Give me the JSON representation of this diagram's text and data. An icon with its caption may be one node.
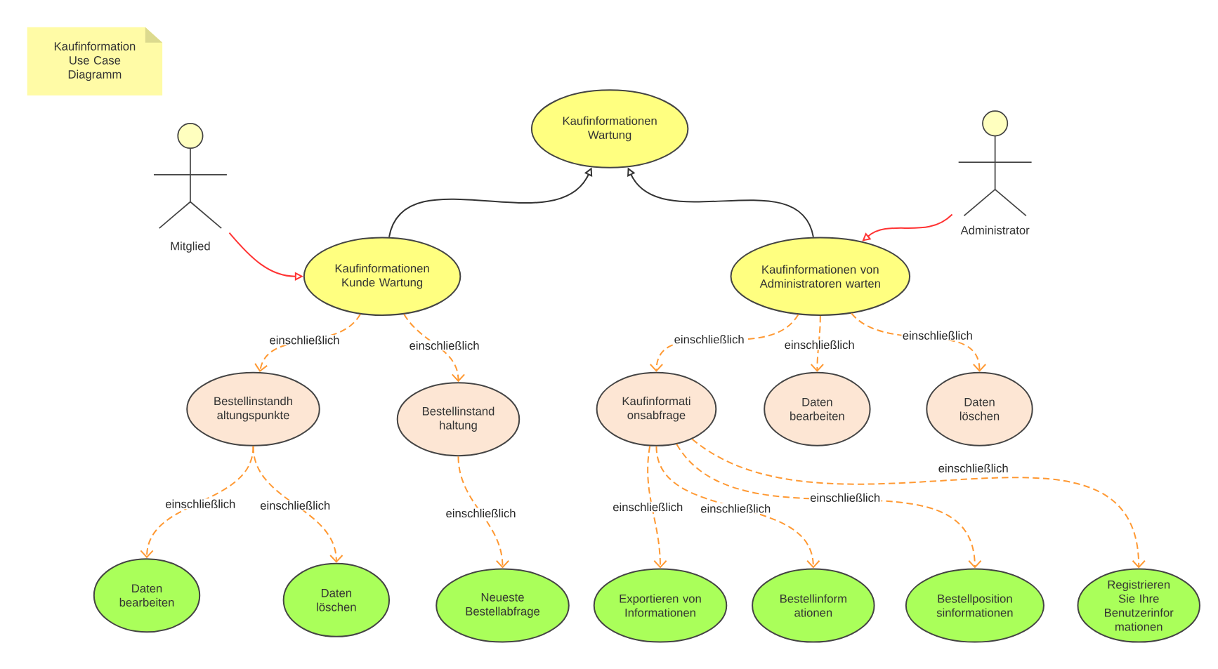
{
  "diagram": {
    "nodes": [
      {
        "text": [
          "Kaufinformation Use Case Diagramm"
        ]
      },
      {
        "text": [
          "Kaufinformationen Wartung"
        ]
      },
      {
        "text": [
          "Mitglied"
        ]
      },
      {
        "text": [
          "Administrator"
        ]
      },
      {
        "text": [
          "Kaufinformationen Kunde Wartung"
        ]
      },
      {
        "text": [
          "Kaufinformationen von Administratoren warten"
        ]
      },
      {
        "text": [
          "Bestellinstandh altungspunkte"
        ]
      },
      {
        "text": [
          "Bestellinstand haltung"
        ]
      },
      {
        "text": [
          "Kaufinformati onsabfrage"
        ]
      },
      {
        "text": [
          "Daten bearbeiten"
        ]
      },
      {
        "text": [
          "Daten löschen"
        ]
      },
      {
        "text": [
          "Daten bearbeiten"
        ]
      },
      {
        "text": [
          "Daten löschen"
        ]
      },
      {
        "text": [
          "Neueste Bestellabfrage"
        ]
      },
      {
        "text": [
          "Exportieren von Informationen"
        ]
      },
      {
        "text": [
          "Bestellinform ationen"
        ]
      },
      {
        "text": [
          "Bestellposition sinformationen"
        ]
      },
      {
        "text": [
          "Registrieren Sie Ihre Benutzerinfor mationen"
        ]
      }
    ],
    "edges": [
      {
        "from": 4,
        "to": 1,
        "arrow": "to",
        "color": "#333333"
      },
      {
        "from": 5,
        "to": 1,
        "arrow": "to",
        "color": "#333333"
      },
      {
        "from": 2,
        "to": 4,
        "arrow": "to",
        "color": "#ff3333"
      },
      {
        "from": 3,
        "to": 5,
        "arrow": "to",
        "color": "#ff3333"
      },
      {
        "from": 4,
        "to": 6,
        "arrow": "to",
        "style": "dashed",
        "label": "einschließlich"
      },
      {
        "from": 4,
        "to": 7,
        "arrow": "to",
        "style": "dashed",
        "label": "einschließlich"
      },
      {
        "from": 5,
        "to": 8,
        "arrow": "to",
        "style": "dashed",
        "label": "einschließlich"
      },
      {
        "from": 5,
        "to": 9,
        "arrow": "to",
        "style": "dashed",
        "label": "einschließlich"
      },
      {
        "from": 5,
        "to": 10,
        "arrow": "to",
        "style": "dashed",
        "label": "einschließlich"
      },
      {
        "from": 6,
        "to": 11,
        "arrow": "to",
        "style": "dashed",
        "label": "einschließlich"
      },
      {
        "from": 6,
        "to": 12,
        "arrow": "to",
        "style": "dashed",
        "label": "einschließlich"
      },
      {
        "from": 7,
        "to": 13,
        "arrow": "to",
        "style": "dashed",
        "label": "einschließlich"
      },
      {
        "from": 8,
        "to": 14,
        "arrow": "to",
        "style": "dashed",
        "label": "einschließlich"
      },
      {
        "from": 8,
        "to": 15,
        "arrow": "to",
        "style": "dashed",
        "label": "einschließlich"
      },
      {
        "from": 8,
        "to": 16,
        "arrow": "to",
        "style": "dashed",
        "label": "einschließlich"
      },
      {
        "from": 8,
        "to": 17,
        "arrow": "to",
        "style": "dashed",
        "label": "einschließlich"
      }
    ]
  }
}
